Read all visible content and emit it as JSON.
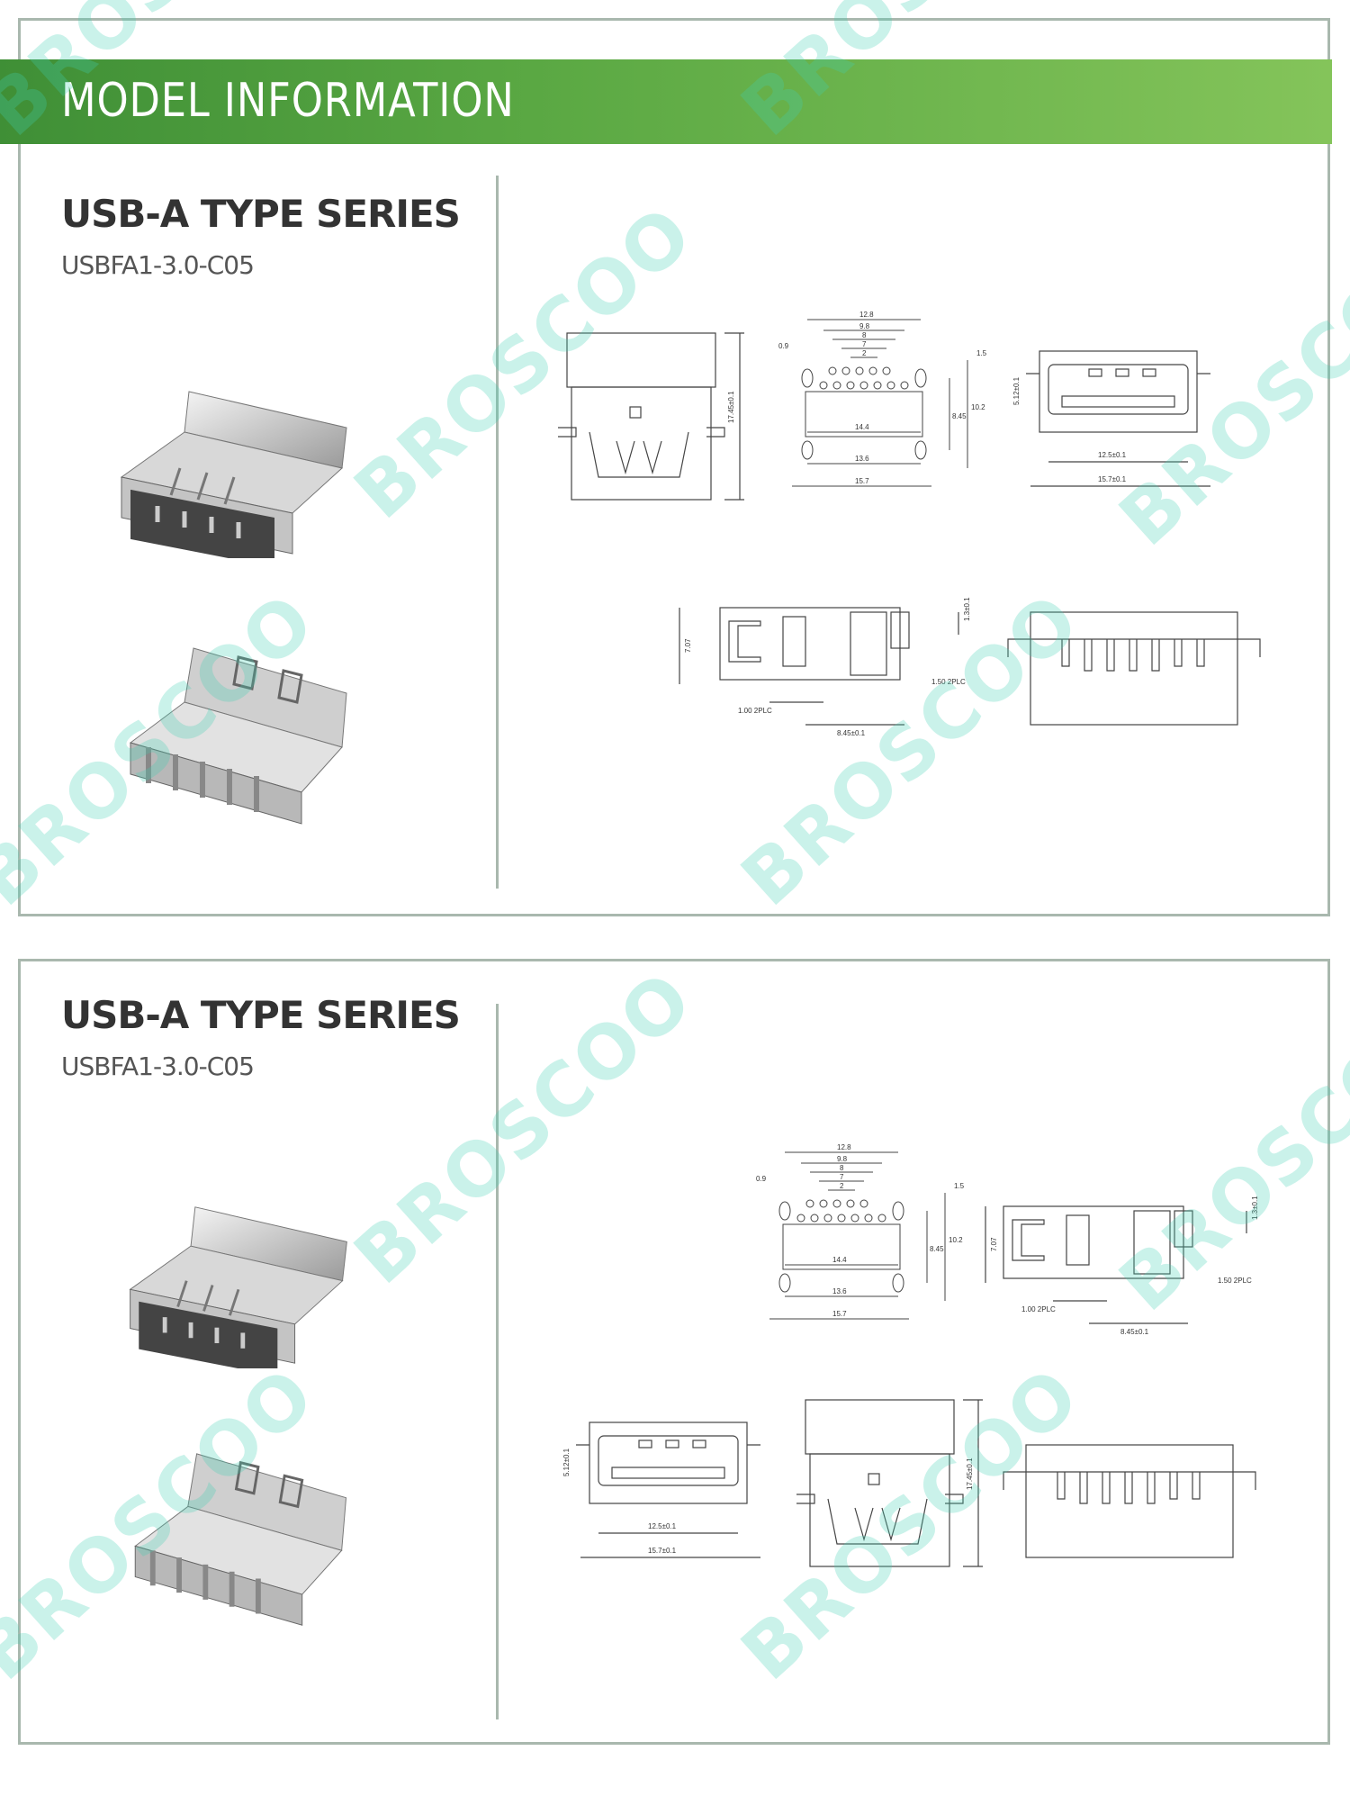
{
  "header": {
    "title": "MODEL INFORMATION"
  },
  "watermark": {
    "text": "BROSCOO"
  },
  "sections": [
    {
      "series_title": "USB-A TYPE SERIES",
      "model_code": "USBFA1-3.0-C05"
    },
    {
      "series_title": "USB-A TYPE SERIES",
      "model_code": "USBFA1-3.0-C05"
    }
  ],
  "dims": {
    "d128": "12.8",
    "d98": "9.8",
    "d8": "8",
    "d7": "7",
    "d2": "2",
    "d09": "0.9",
    "d15": "1.5",
    "d144": "14.4",
    "d136": "13.6",
    "d157": "15.7",
    "d845": "8.45",
    "d102": "10.2",
    "h1745": "17.45±0.1",
    "h512": "5.12±0.1",
    "w125": "12.5±0.1",
    "w157": "15.7±0.1",
    "h707": "7.07",
    "h13": "1.3±0.1",
    "p150": "1.50 2PLC",
    "p100": "1.00 2PLC",
    "w845": "8.45±0.1"
  },
  "colors": {
    "header_start": "#3f8f36",
    "header_end": "#84c45a",
    "border": "#a9b8ae",
    "watermark": "#40d0b4"
  }
}
